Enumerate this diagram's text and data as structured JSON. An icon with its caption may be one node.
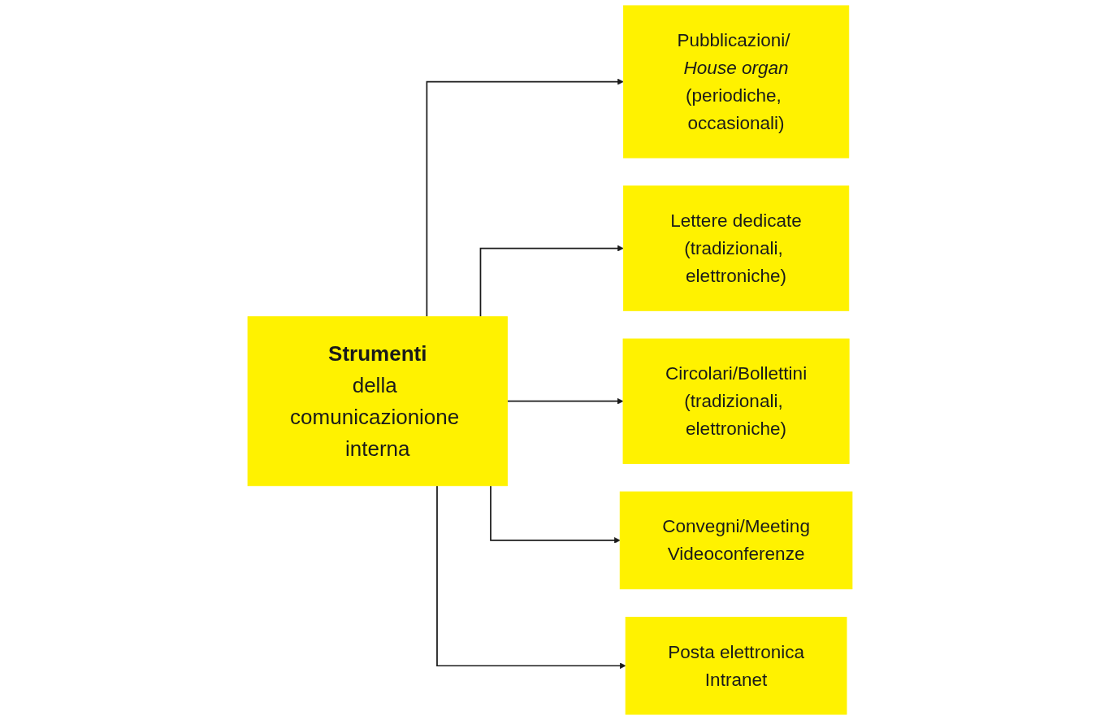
{
  "diagram": {
    "nodes": [
      {
        "text": [
          "Strumenti",
          "della comunicazionione interna"
        ]
      },
      {
        "text": [
          "Pubblicazioni/ *House organ*",
          "(periodiche, occasionali)"
        ]
      },
      {
        "text": [
          "Lettere dedicate",
          "(tradizionali, elettroniche)"
        ]
      },
      {
        "text": [
          "Circolari/Bollettini",
          "(tradizionali, elettroniche)"
        ]
      },
      {
        "text": [
          "Convegni/Meeting",
          "Videoconferenze"
        ]
      },
      {
        "text": [
          "Posta elettronica",
          "Intranet"
        ]
      }
    ],
    "edges": [
      {
        "from": 0,
        "to": 1,
        "arrow": "to"
      },
      {
        "from": 0,
        "to": 2,
        "arrow": "to"
      },
      {
        "from": 0,
        "to": 3,
        "arrow": "to"
      },
      {
        "from": 0,
        "to": 4,
        "arrow": "to"
      },
      {
        "from": 0,
        "to": 5,
        "arrow": "to"
      }
    ]
  }
}
